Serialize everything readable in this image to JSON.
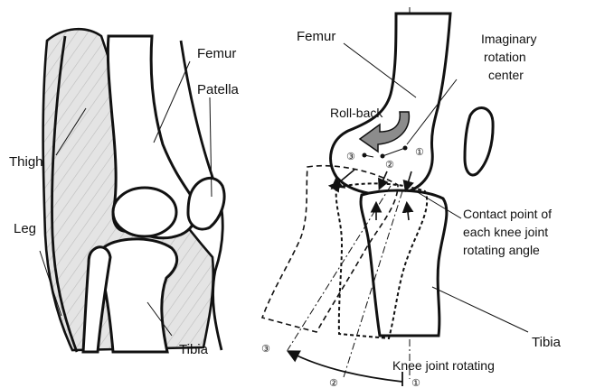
{
  "left_panel": {
    "labels": {
      "femur": "Femur",
      "patella": "Patella",
      "thigh": "Thigh",
      "leg": "Leg",
      "tibia": "Tibia"
    }
  },
  "right_panel": {
    "labels": {
      "femur": "Femur",
      "rotation_center_line1": "Imaginary",
      "rotation_center_line2": "rotation",
      "rotation_center_line3": "center",
      "roll_back": "Roll-back",
      "contact_line1": "Contact point of",
      "contact_line2": "each knee joint",
      "contact_line3": "rotating angle",
      "tibia": "Tibia",
      "knee_rotating": "Knee joint rotating"
    },
    "markers": {
      "one": "①",
      "two": "②",
      "three": "③"
    }
  }
}
